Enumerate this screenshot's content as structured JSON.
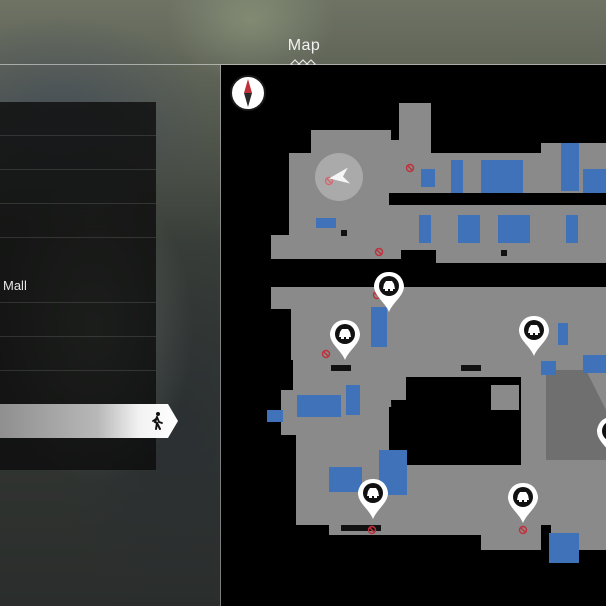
{
  "header": {
    "title": "Map"
  },
  "list": {
    "rows": [
      {
        "label": ""
      },
      {
        "label": ""
      },
      {
        "label": ""
      },
      {
        "label": ""
      },
      {
        "label": "Mall"
      },
      {
        "label": ""
      },
      {
        "label": ""
      }
    ],
    "selected_row": {
      "label": "",
      "icon": "walking-person-icon"
    }
  },
  "map": {
    "compass_icon": "compass-icon",
    "player_icon": "player-arrow-icon",
    "markers": [
      {
        "type": "vehicle",
        "icon": "car-icon"
      },
      {
        "type": "vehicle",
        "icon": "car-icon"
      },
      {
        "type": "vehicle",
        "icon": "car-icon"
      },
      {
        "type": "vehicle",
        "icon": "car-icon"
      },
      {
        "type": "vehicle",
        "icon": "car-icon"
      },
      {
        "type": "vehicle",
        "icon": "car-icon"
      }
    ],
    "colors": {
      "floor": "#8a8a8a",
      "shop": "#3f72b8",
      "background": "#000000",
      "no_entry": "#c0303a"
    }
  }
}
